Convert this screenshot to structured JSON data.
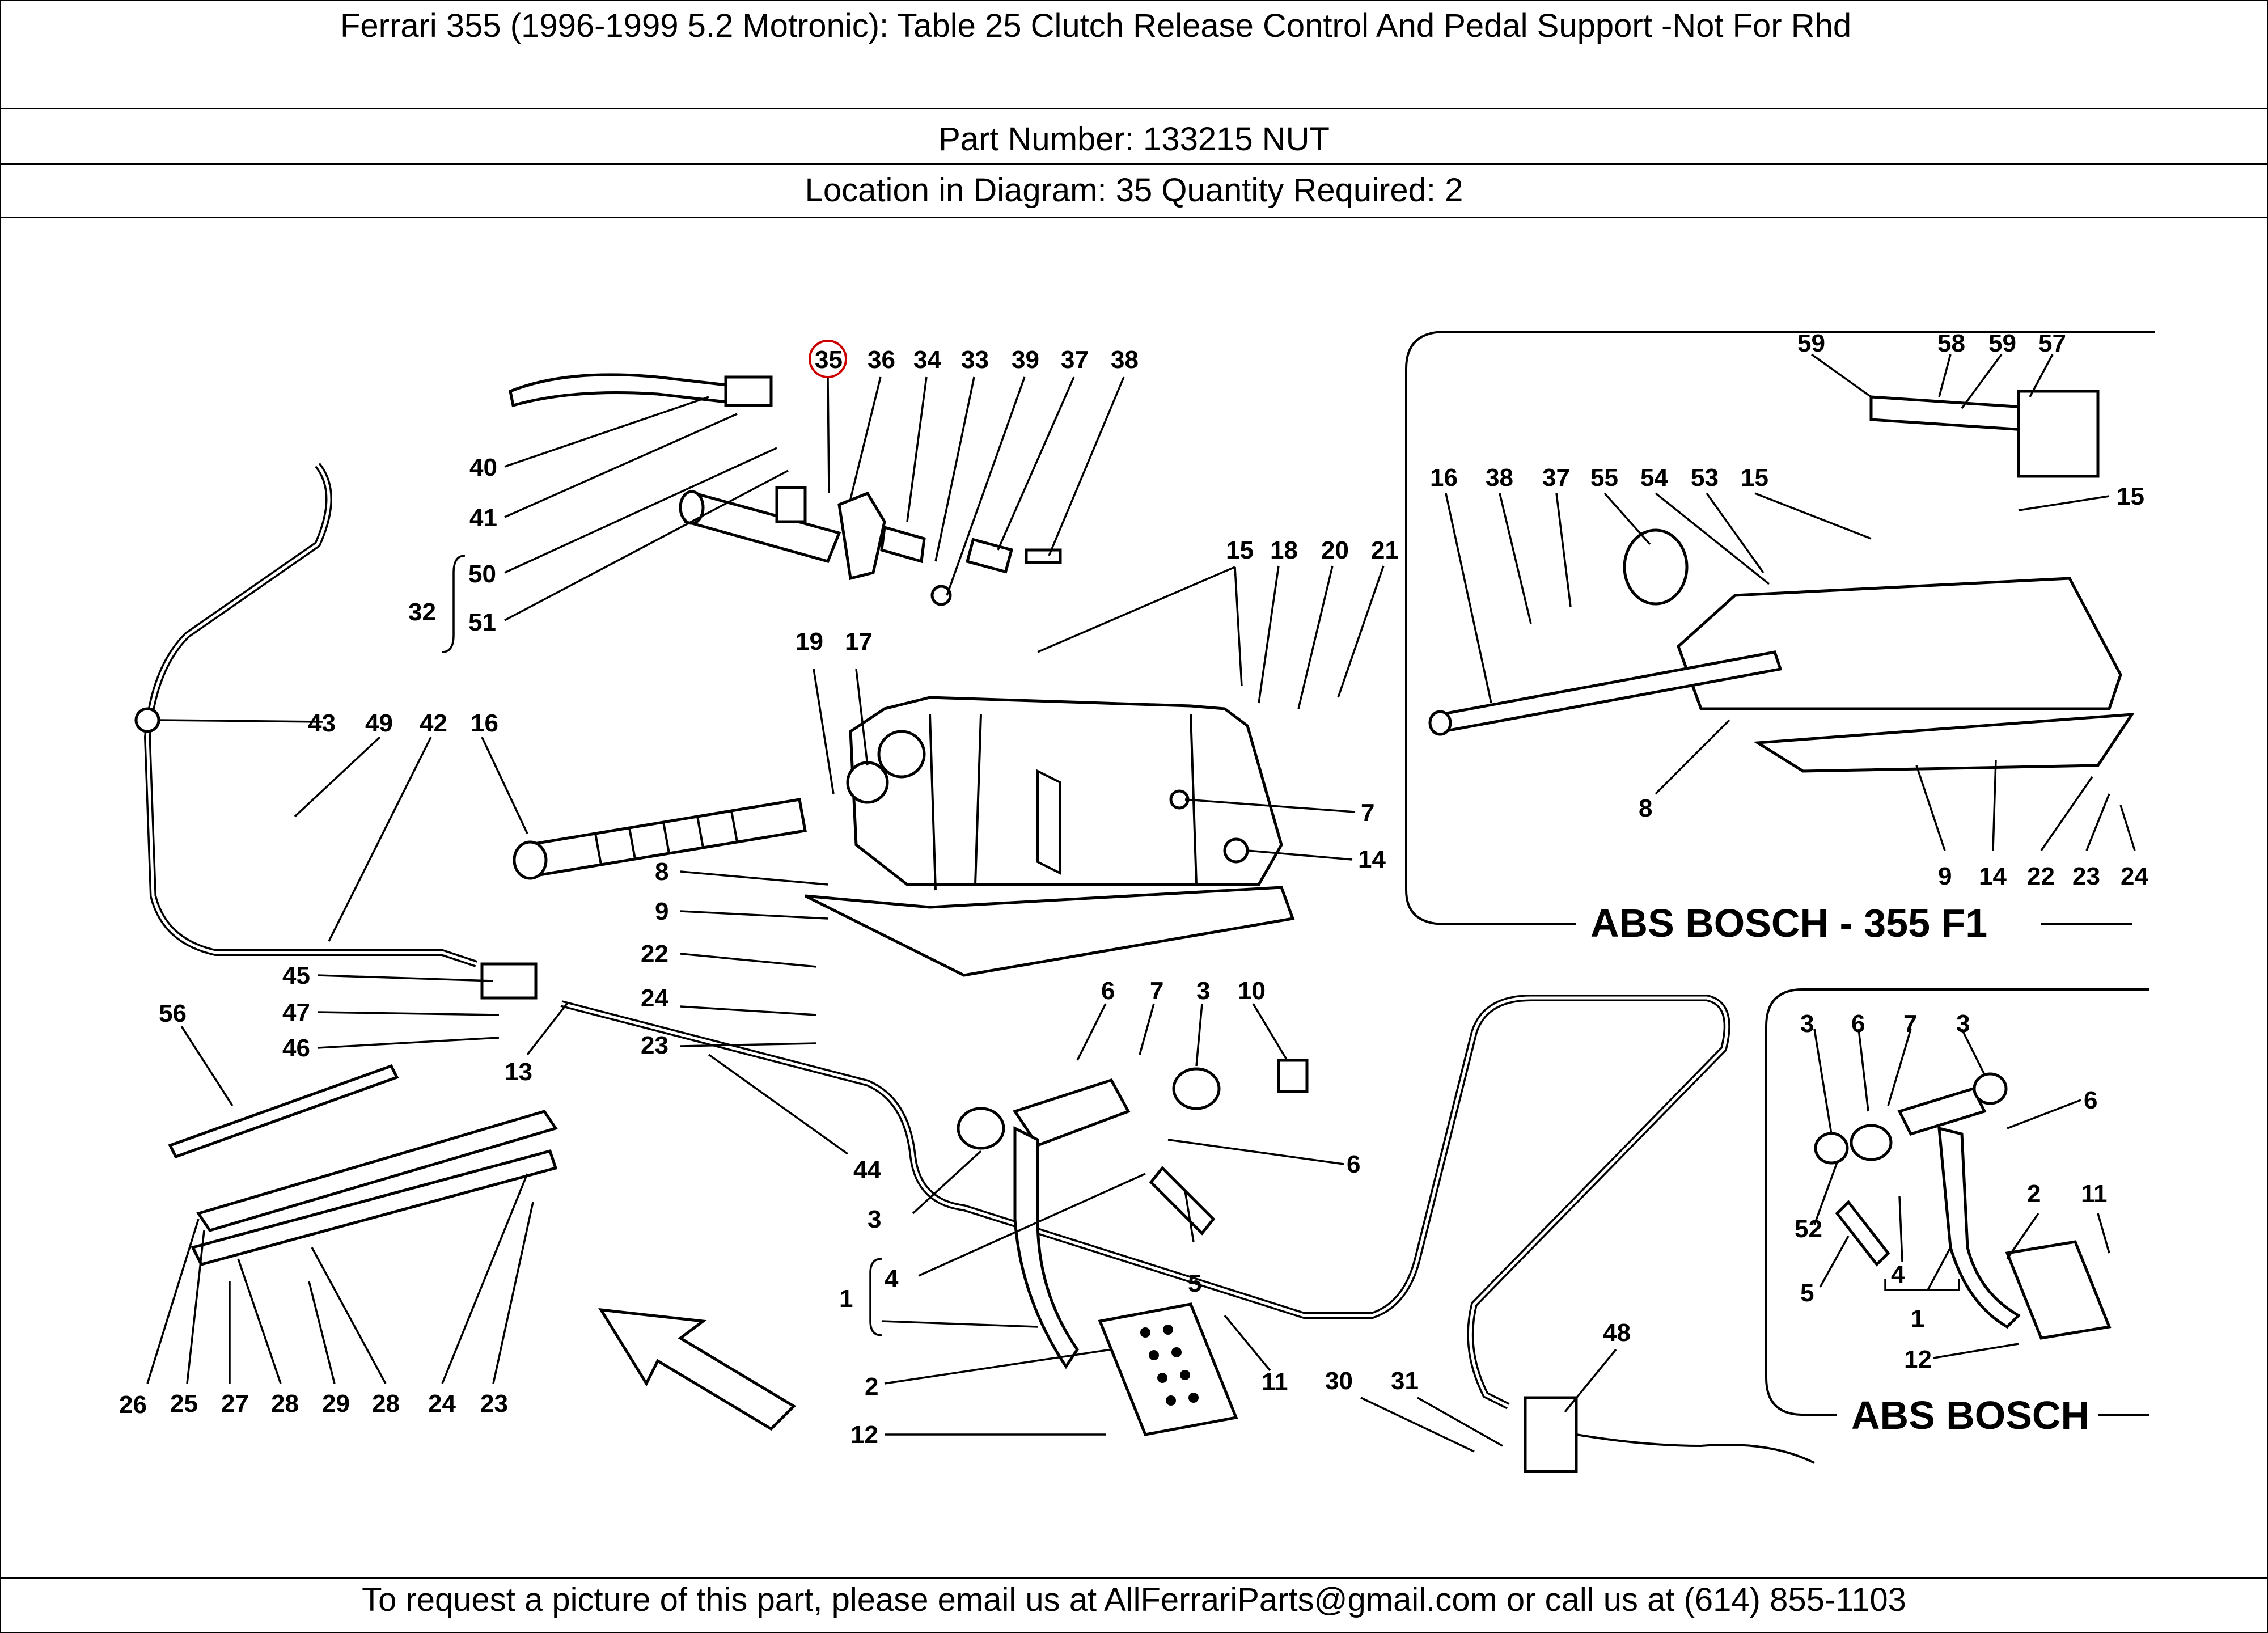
{
  "header": {
    "title": "Ferrari 355 (1996-1999 5.2 Motronic):   Table 25 Clutch Release Control And Pedal Support -Not For Rhd",
    "part_number_line": "Part Number: 133215    NUT",
    "location_line": "Location in Diagram: 35   Quantity Required: 2"
  },
  "diagram": {
    "highlighted_callout": "35",
    "inset_f1_title": "ABS BOSCH - 355 F1",
    "inset_abs_title": "ABS BOSCH",
    "callouts": {
      "c35": "35",
      "c36": "36",
      "c34": "34",
      "c33": "33",
      "c39": "39",
      "c37": "37",
      "c38": "38",
      "c40": "40",
      "c41": "41",
      "c32": "32",
      "c50": "50",
      "c51": "51",
      "c15": "15",
      "c18": "18",
      "c20": "20",
      "c21": "21",
      "c19": "19",
      "c17": "17",
      "c43": "43",
      "c49": "49",
      "c42": "42",
      "c16": "16",
      "c7": "7",
      "c14": "14",
      "c8": "8",
      "c9": "9",
      "c22": "22",
      "c24": "24",
      "c23": "23",
      "c45": "45",
      "c47": "47",
      "c46": "46",
      "c13": "13",
      "c56": "56",
      "c6": "6",
      "c7b": "7",
      "c3": "3",
      "c10": "10",
      "c6b": "6",
      "c3b": "3",
      "c44": "44",
      "c4": "4",
      "c1": "1",
      "c5": "5",
      "c11": "11",
      "c2": "2",
      "c12": "12",
      "c26": "26",
      "c25": "25",
      "c27": "27",
      "c28": "28",
      "c29": "29",
      "c28b": "28",
      "c24b": "24",
      "c23b": "23",
      "c30": "30",
      "c31": "31",
      "c48": "48",
      "f59": "59",
      "f58": "58",
      "f59b": "59",
      "f57": "57",
      "f16": "16",
      "f38": "38",
      "f37": "37",
      "f55": "55",
      "f54": "54",
      "f53": "53",
      "f15": "15",
      "f15b": "15",
      "f8": "8",
      "f9": "9",
      "f14": "14",
      "f22": "22",
      "f23": "23",
      "f24": "24",
      "a3": "3",
      "a6": "6",
      "a7": "7",
      "a3b": "3",
      "a6b": "6",
      "a52": "52",
      "a5": "5",
      "a4": "4",
      "a1": "1",
      "a2": "2",
      "a11": "11",
      "a12": "12"
    }
  },
  "footer": {
    "text": "To request a picture of this part, please email us at AllFerrariParts@gmail.com or call us at (614) 855-1103"
  }
}
